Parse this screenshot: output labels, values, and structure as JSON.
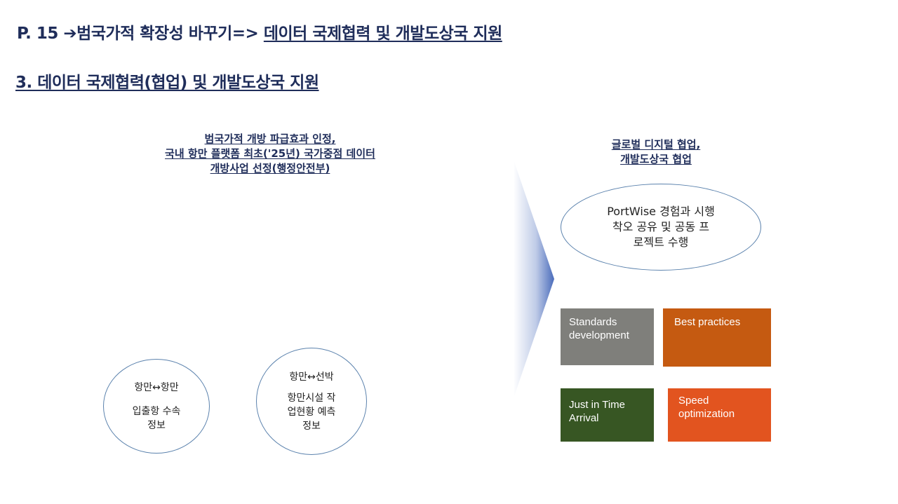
{
  "header": {
    "prefix": "P. 15 ➔범국가적 확장성 바꾸기=> ",
    "highlight": "데이터 국제협력 및 개발도상국 지원"
  },
  "section_title": "3.  데이터 국제협력(협업) 및 개발도상국 지원",
  "left": {
    "caption_lines": [
      "범국가적 개방 파급효과 인정,",
      "국내 항만 플랫폼 최초('25년) 국가중점 데이터",
      "개방사업 선정(행정안전부)"
    ],
    "circle1": {
      "top": "항만↔항만",
      "line1": "입출항 수속",
      "line2": "정보"
    },
    "circle2": {
      "top": "항만↔선박",
      "line1": "항만시설 작",
      "line2": "업현황 예측",
      "line3": "정보"
    }
  },
  "right": {
    "caption_lines": [
      "글로벌 디지털 협업,",
      "개발도상국 협업"
    ],
    "ellipse_lines": [
      "PortWise 경험과 시행",
      "착오 공유 및 공동 프",
      "로젝트 수행"
    ],
    "boxes": [
      {
        "line1": "Standards",
        "line2": "development",
        "color": "#7f7f7b"
      },
      {
        "line1": "Best practices",
        "line2": "",
        "color": "#c55a11"
      },
      {
        "line1": "Just in Time",
        "line2": "Arrival",
        "color": "#375623"
      },
      {
        "line1": "Speed",
        "line2": "optimization",
        "color": "#e2541f"
      }
    ]
  },
  "colors": {
    "title": "#1f2d5a",
    "arrow": "#4a6cbb",
    "outline": "#5b82ad"
  }
}
